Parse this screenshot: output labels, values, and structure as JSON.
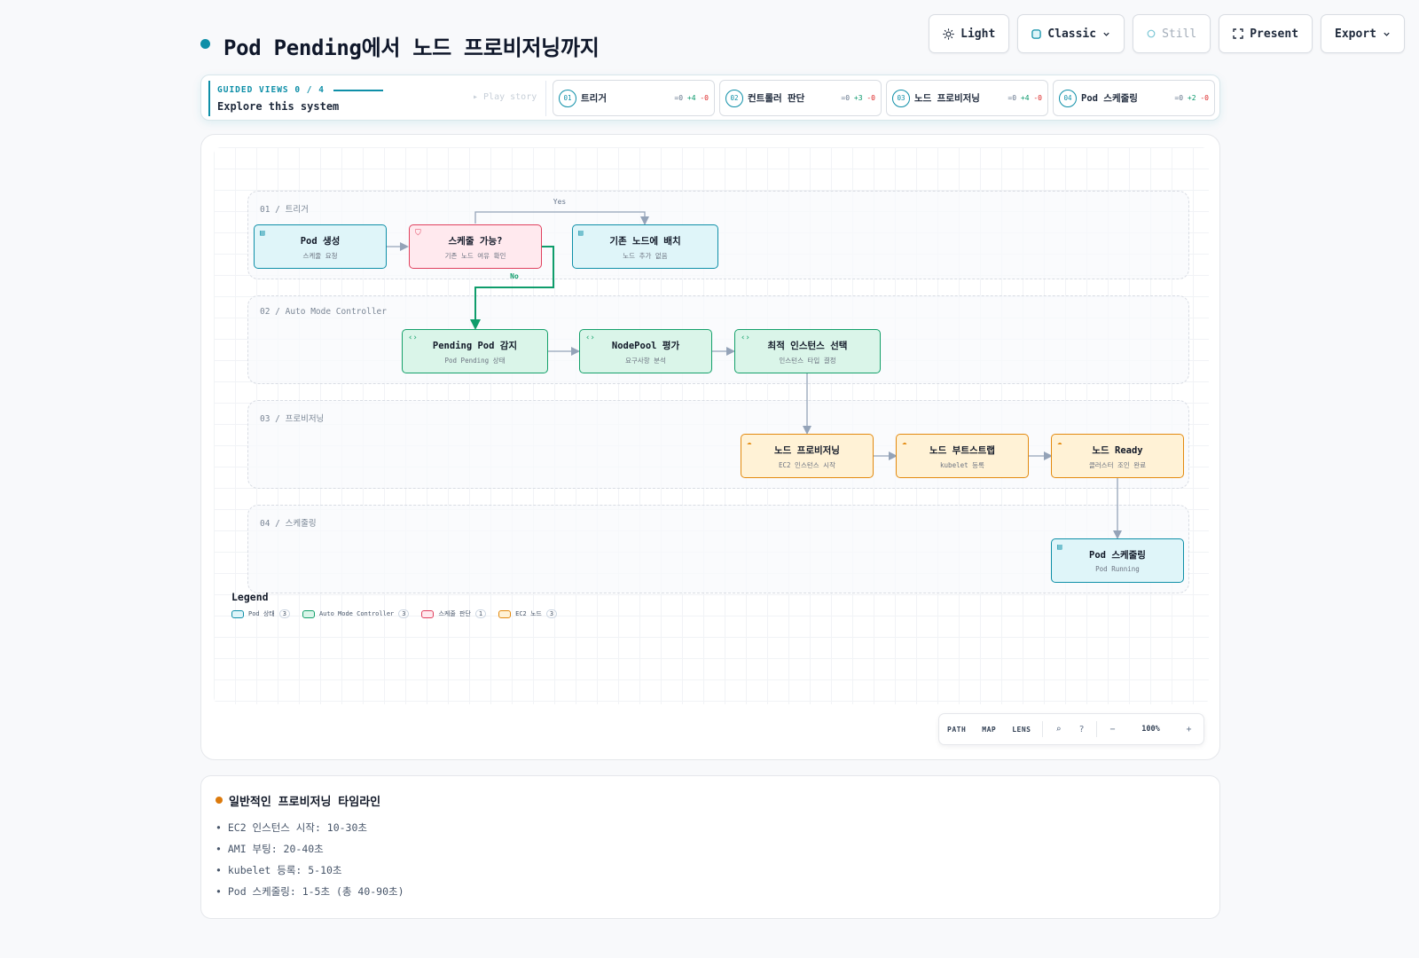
{
  "page": {
    "title": "Pod Pending에서 노드 프로비저닝까지"
  },
  "toolbar": {
    "light": "Light",
    "classic": "Classic",
    "still": "Still",
    "present": "Present",
    "export": "Export"
  },
  "guide": {
    "kicker": "GUIDED VIEWS 0 / 4",
    "subtitle": "Explore this system",
    "play": "▸ Play story",
    "steps": [
      {
        "num": "01",
        "label": "트리거",
        "eq": "=0",
        "plus": "+4",
        "minus": "-0"
      },
      {
        "num": "02",
        "label": "컨트롤러 판단",
        "eq": "=0",
        "plus": "+3",
        "minus": "-0"
      },
      {
        "num": "03",
        "label": "노드 프로비저닝",
        "eq": "=0",
        "plus": "+4",
        "minus": "-0"
      },
      {
        "num": "04",
        "label": "Pod 스케줄링",
        "eq": "=0",
        "plus": "+2",
        "minus": "-0"
      }
    ]
  },
  "diagram": {
    "groups": [
      {
        "label": "01 / 트리거"
      },
      {
        "label": "02 / Auto Mode Controller"
      },
      {
        "label": "03 / 프로비저닝"
      },
      {
        "label": "04 / 스케줄링"
      }
    ],
    "nodes": {
      "pod_create": {
        "title": "Pod 생성",
        "sub": "스케줄 요청"
      },
      "schedulable": {
        "title": "스케줄 가능?",
        "sub": "기존 노드 여유 확인"
      },
      "existing_node": {
        "title": "기존 노드에 배치",
        "sub": "노드 추가 없음"
      },
      "pending_detect": {
        "title": "Pending Pod 감지",
        "sub": "Pod Pending 상태"
      },
      "nodepool_eval": {
        "title": "NodePool 평가",
        "sub": "요구사항 분석"
      },
      "instance_select": {
        "title": "최적 인스턴스 선택",
        "sub": "인스턴스 타입 결정"
      },
      "node_provision": {
        "title": "노드 프로비저닝",
        "sub": "EC2 인스턴스 시작"
      },
      "node_bootstrap": {
        "title": "노드 부트스트랩",
        "sub": "kubelet 등록"
      },
      "node_ready": {
        "title": "노드 Ready",
        "sub": "클러스터 조인 완료"
      },
      "pod_scheduling": {
        "title": "Pod 스케줄링",
        "sub": "Pod Running"
      }
    },
    "edge_labels": {
      "yes": "Yes",
      "no": "No"
    },
    "colors": {
      "pod": "#0e8fa8",
      "controller": "#14a06a",
      "decision": "#e0405e",
      "ec2": "#e38a0f",
      "edge": "#94a3b8",
      "active_edge": "#0f9d6b"
    }
  },
  "legend": {
    "title": "Legend",
    "items": [
      {
        "label": "Pod 상태",
        "count": "3"
      },
      {
        "label": "Auto Mode Controller",
        "count": "3"
      },
      {
        "label": "스케줄 판단",
        "count": "1"
      },
      {
        "label": "EC2 노드",
        "count": "3"
      }
    ]
  },
  "zoombar": {
    "path": "PATH",
    "map": "MAP",
    "lens": "LENS",
    "zoom": "100%"
  },
  "notes": {
    "title": "일반적인 프로비저닝 타임라인",
    "items": [
      "• EC2 인스턴스 시작: 10-30초",
      "• AMI 부팅: 20-40초",
      "• kubelet 등록: 5-10초",
      "• Pod 스케줄링: 1-5초 (총 40-90초)"
    ]
  }
}
